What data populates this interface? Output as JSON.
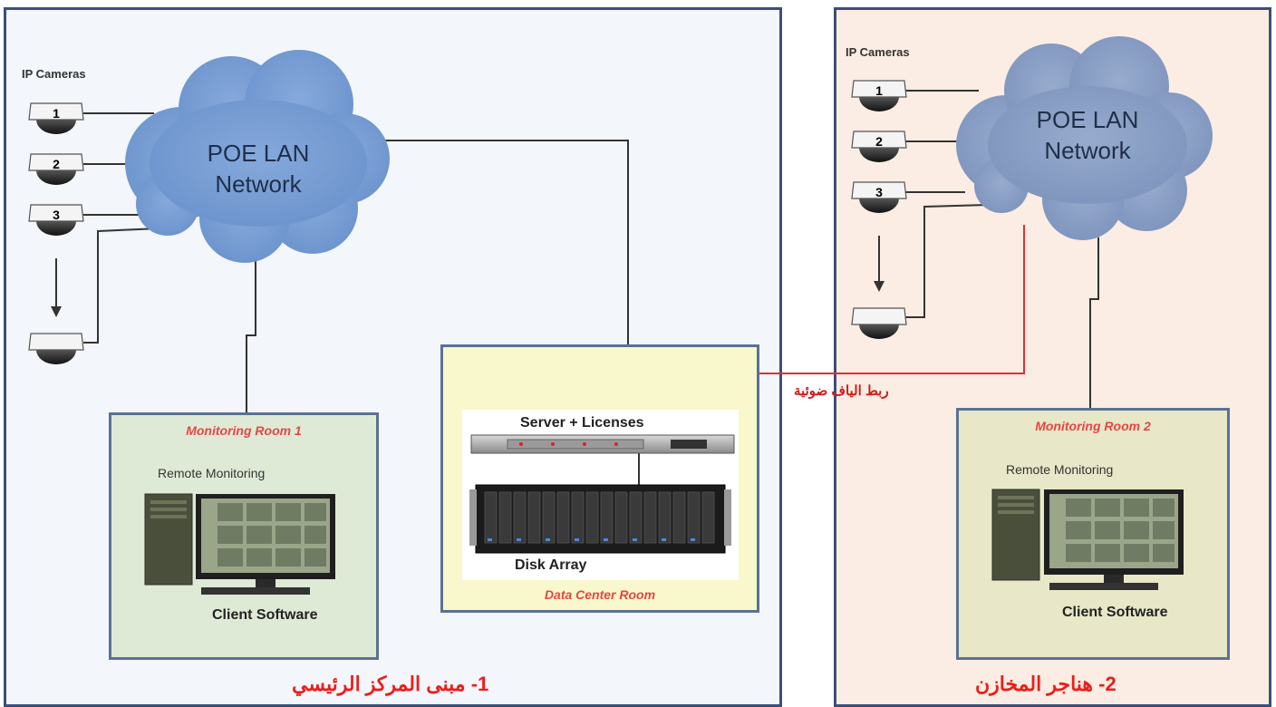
{
  "buildings": [
    {
      "title": "1- مبنى المركز الرئيسي",
      "cameras_label": "IP Cameras",
      "camera_numbers": [
        "1",
        "2",
        "3"
      ],
      "cloud_lines": [
        "POE LAN",
        "Network"
      ],
      "room": {
        "title": "Monitoring Room 1",
        "remote_label": "Remote Monitoring",
        "client_label": "Client Software"
      }
    },
    {
      "title": "2- هناجر المخازن",
      "cameras_label": "IP Cameras",
      "camera_numbers": [
        "1",
        "2",
        "3"
      ],
      "cloud_lines": [
        "POE LAN",
        "Network"
      ],
      "room": {
        "title": "Monitoring Room 2",
        "remote_label": "Remote Monitoring",
        "client_label": "Client Software"
      }
    }
  ],
  "data_center": {
    "title": "Data Center Room",
    "server_label": "Server + Licenses",
    "disk_label": "Disk Array"
  },
  "fiber_link_label": "ربط الياف ضوئية",
  "colors": {
    "cloud": "#7a9fd4",
    "cloud_right": "#8ba0c4",
    "building_border": "#3c4f78",
    "title_red": "#ee1c1c",
    "fiber_line": "#e03030"
  }
}
